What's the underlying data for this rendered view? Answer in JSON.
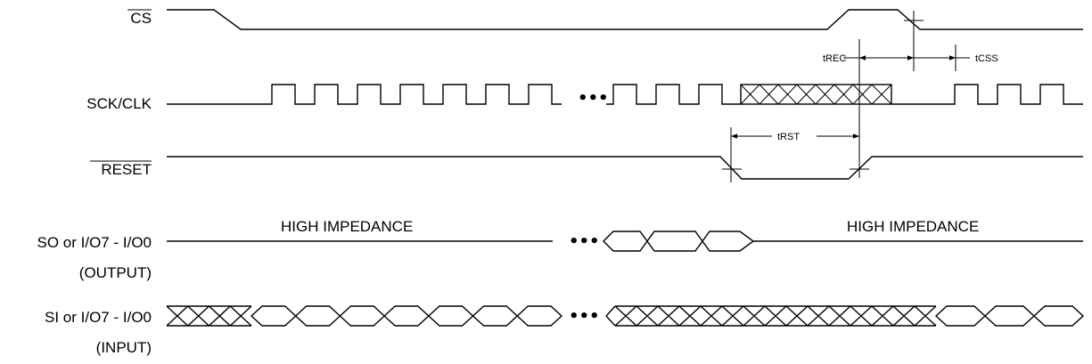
{
  "signals": {
    "cs": "CS",
    "sck": "SCK/CLK",
    "reset": "RESET",
    "so_line1": "SO or I/O7 - I/O0",
    "so_line2": "(OUTPUT)",
    "si_line1": "SI or I/O7 - I/O0",
    "si_line2": "(INPUT)"
  },
  "annotations": {
    "high_impedance_left": "HIGH IMPEDANCE",
    "high_impedance_right": "HIGH IMPEDANCE",
    "ellipsis": "•••"
  },
  "timing": {
    "trec": "tREC",
    "tcss": "tCSS",
    "trst": "tRST"
  }
}
